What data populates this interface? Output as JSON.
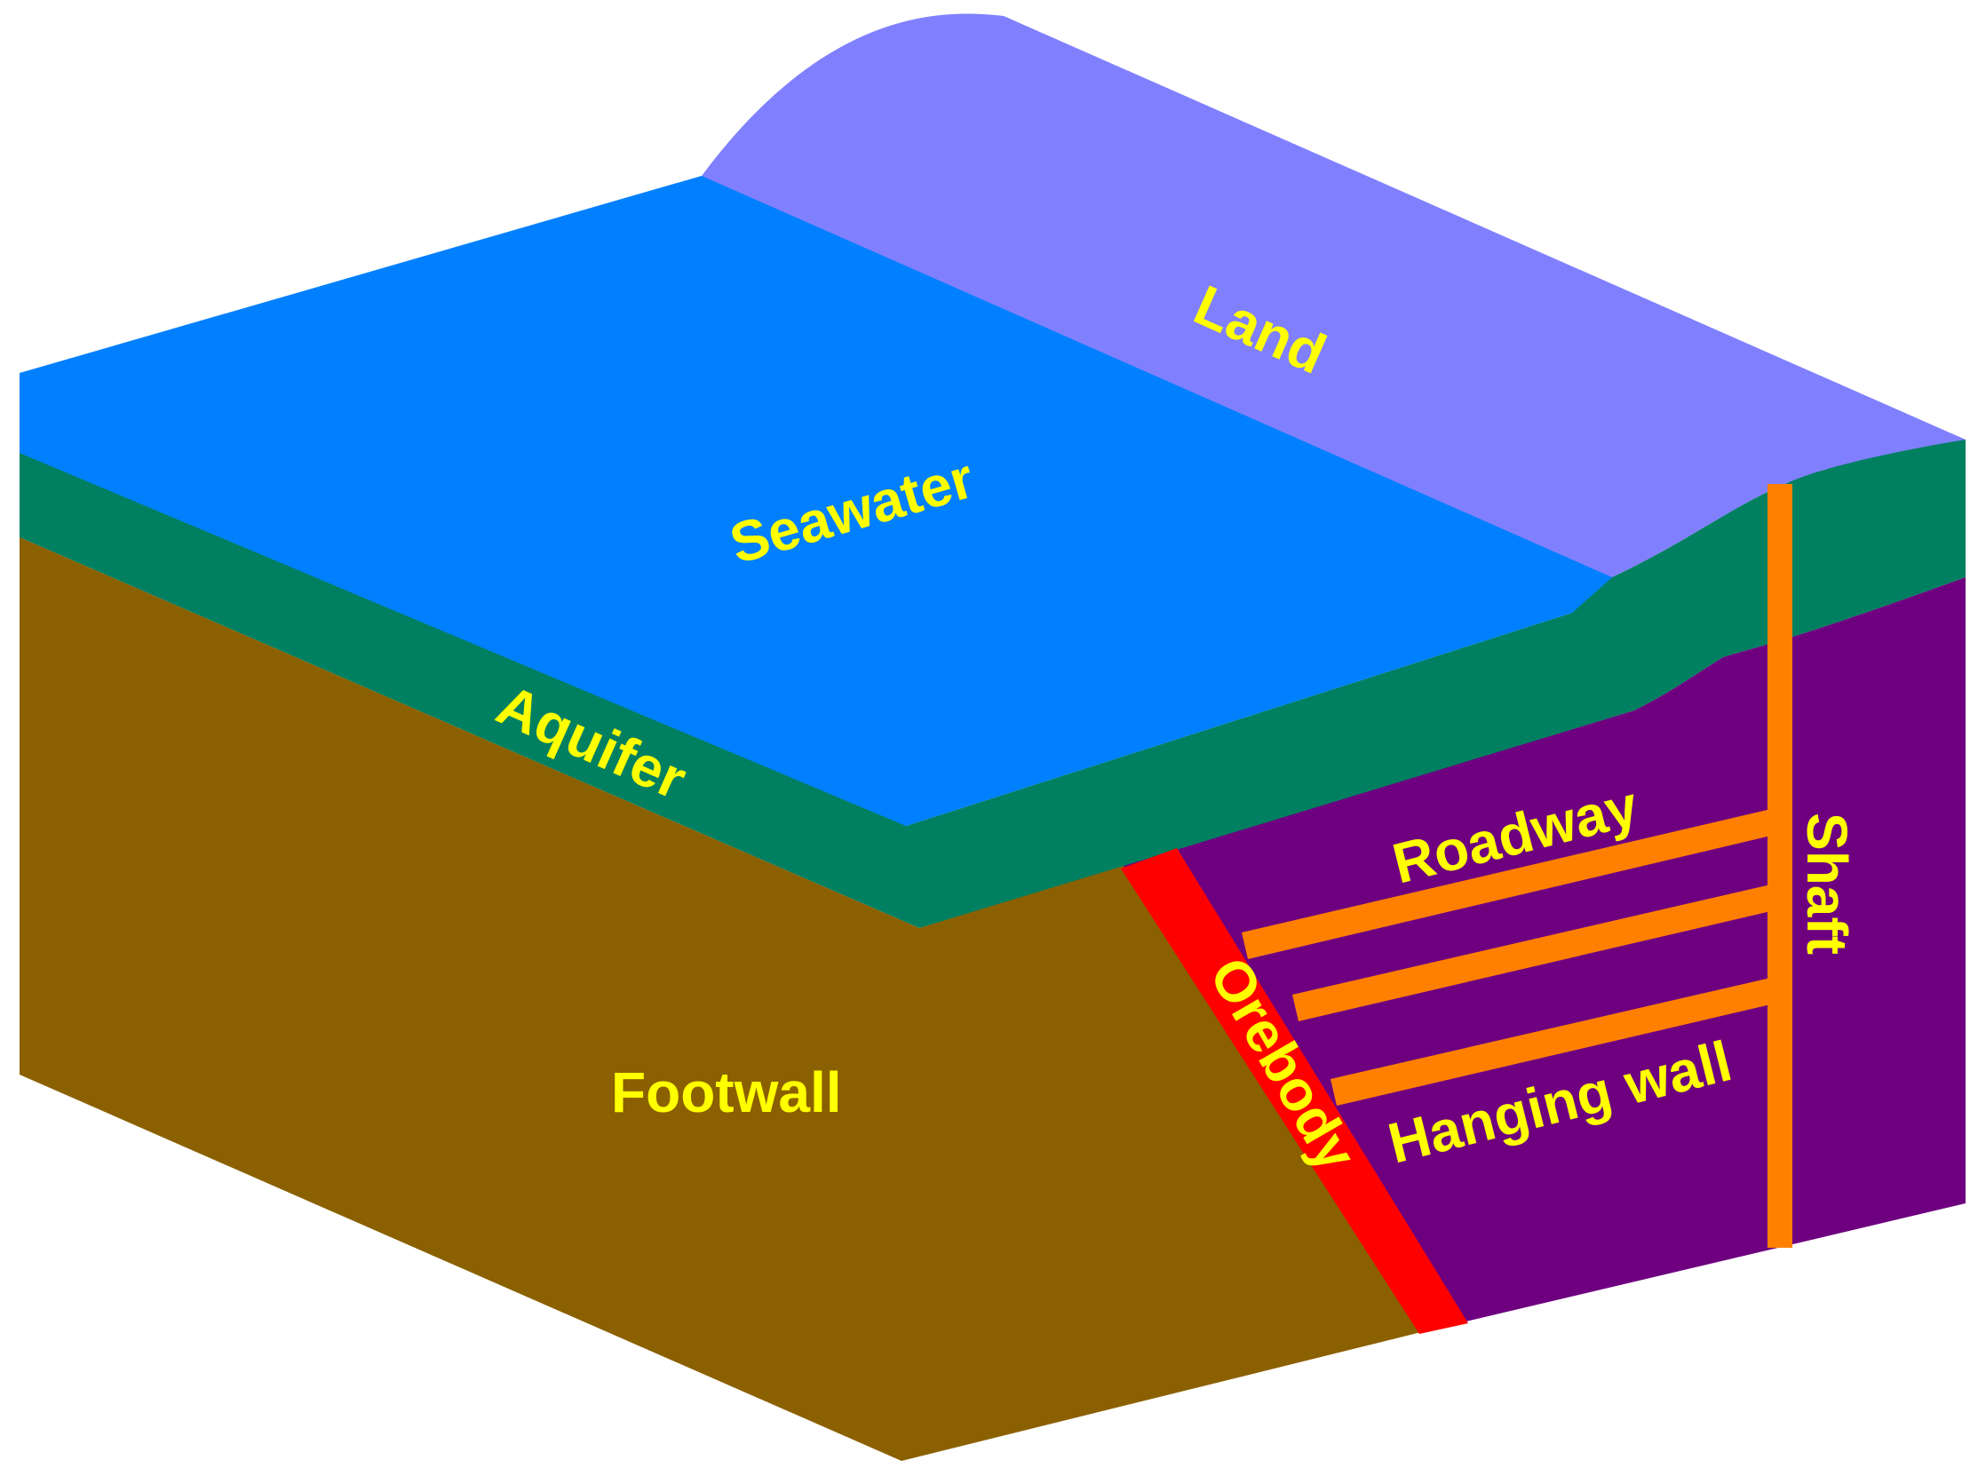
{
  "labels": {
    "land": "Land",
    "seawater": "Seawater",
    "aquifer": "Aquifer",
    "footwall": "Footwall",
    "orebody": "Orebody",
    "roadway": "Roadway",
    "shaft": "Shaft",
    "hanging_wall": "Hanging wall"
  },
  "colors": {
    "land": "#8080FF",
    "seawater": "#0080FF",
    "aquifer": "#008060",
    "footwall": "#8B6000",
    "hanging_wall": "#6E0080",
    "orebody": "#FF0000",
    "roadway": "#FF8000",
    "shaft": "#FF8000",
    "label_text": "#FFFF00"
  }
}
